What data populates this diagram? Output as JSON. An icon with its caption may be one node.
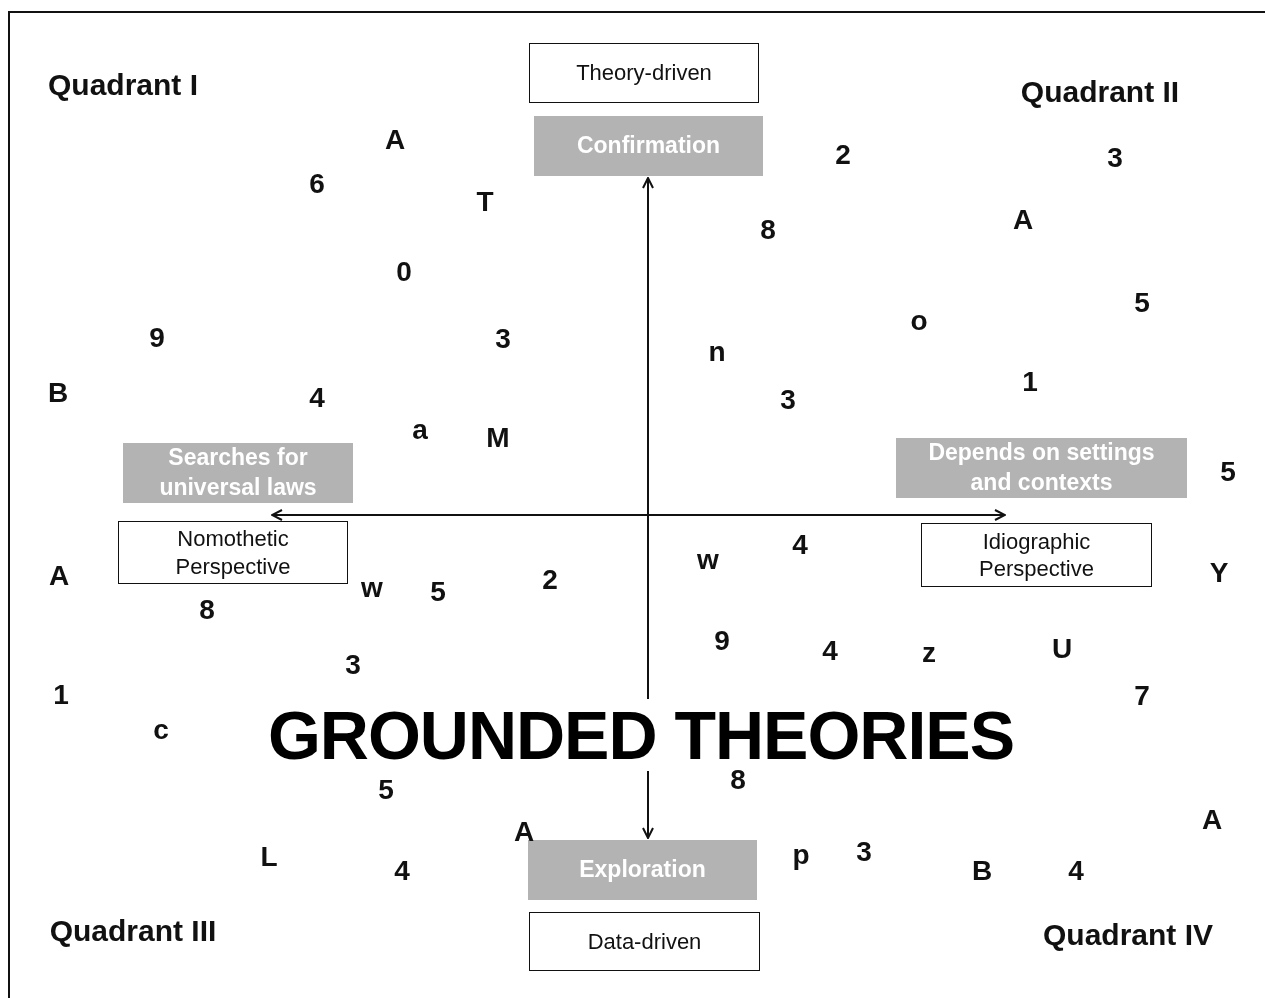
{
  "diagram": {
    "title": "GROUNDED THEORIES",
    "nodes": [
      {
        "text": [
          "Theory-driven"
        ]
      },
      {
        "text": [
          "Confirmation"
        ]
      },
      {
        "text": [
          "Searches for universal laws"
        ]
      },
      {
        "text": [
          "Nomothetic Perspective"
        ]
      },
      {
        "text": [
          "Depends on settings and contexts"
        ]
      },
      {
        "text": [
          "Idiographic Perspective"
        ]
      },
      {
        "text": [
          "Exploration"
        ]
      },
      {
        "text": [
          "Data-driven"
        ]
      }
    ],
    "edges": [
      {
        "from": 1,
        "to": 6,
        "arrow": "both"
      },
      {
        "from": 3,
        "to": 5,
        "arrow": "both"
      }
    ],
    "labels": [
      "Quadrant I",
      "Quadrant II",
      "A",
      "2",
      "3",
      "6",
      "T",
      "8",
      "A",
      "0",
      "5",
      "9",
      "3",
      "n",
      "o",
      "B",
      "4",
      "3",
      "1",
      "a",
      "M",
      "5",
      "A",
      "w",
      "5",
      "2",
      "w",
      "4",
      "Y",
      "8",
      "3",
      "9",
      "4",
      "z",
      "U",
      "1",
      "7",
      "c",
      "5",
      "8",
      "A",
      "L",
      "4",
      "A",
      "p",
      "3",
      "B",
      "4",
      "Quadrant III",
      "Quadrant IV"
    ]
  }
}
